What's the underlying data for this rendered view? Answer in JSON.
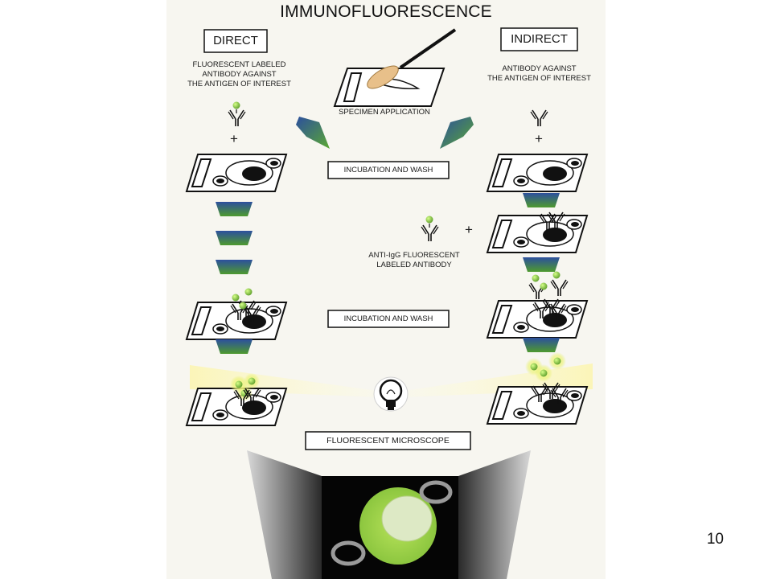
{
  "title": "IMMUNOFLUORESCENCE",
  "direct": {
    "heading": "DIRECT",
    "caption": [
      "FLUORESCENT LABELED",
      "ANTIBODY AGAINST",
      "THE ANTIGEN OF INTEREST"
    ],
    "plus": "+"
  },
  "indirect": {
    "heading": "INDIRECT",
    "caption": [
      "ANTIBODY AGAINST",
      "THE ANTIGEN OF INTEREST"
    ],
    "plus": "+",
    "secondary_plus": "+",
    "secondary_caption": [
      "ANTI-IgG FLUORESCENT",
      "LABELED ANTIBODY"
    ]
  },
  "center": {
    "specimen_application": "SPECIMEN APPLICATION",
    "incubation_wash_1": "INCUBATION AND WASH",
    "incubation_wash_2": "INCUBATION AND WASH",
    "fluorescent_microscope": "FLUORESCENT MICROSCOPE"
  },
  "page_number": "10",
  "colors": {
    "antibody_tip": "#8dc63f",
    "glow": "#f4ff7a",
    "arrow_top": "#2c4f9e",
    "arrow_bottom": "#4e9a2e",
    "page_bg": "#ffffff",
    "panel_bg": "#f7f6f0"
  }
}
